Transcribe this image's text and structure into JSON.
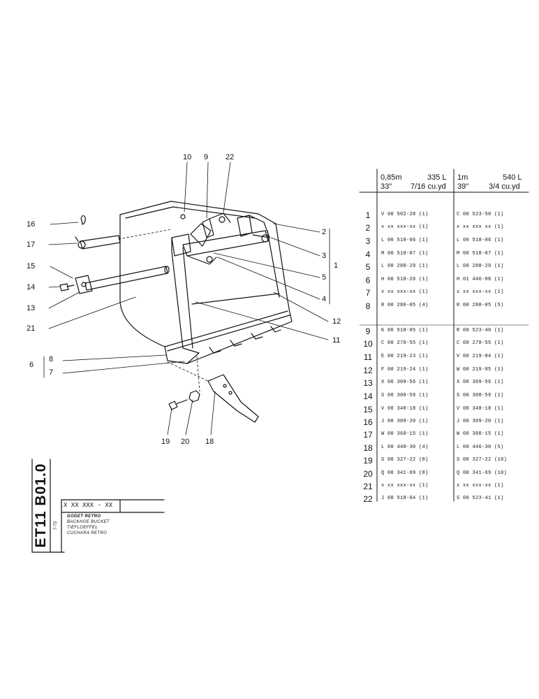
{
  "callouts": {
    "c1": "1",
    "c2": "2",
    "c3": "3",
    "c4": "4",
    "c5": "5",
    "c6": "6",
    "c7": "7",
    "c8": "8",
    "c9": "9",
    "c10": "10",
    "c11": "11",
    "c12": "12",
    "c13": "13",
    "c14": "14",
    "c15": "15",
    "c16": "16",
    "c17": "17",
    "c18": "18",
    "c19": "19",
    "c20": "20",
    "c21": "21",
    "c22": "22"
  },
  "table": {
    "col1_head_capacity": "0,85m",
    "col1_head_litres": "335 L",
    "col1_head_width": "33\"",
    "col1_head_cuyd": "7/16 cu.yd",
    "col2_head_capacity": "1m",
    "col2_head_litres": "540 L",
    "col2_head_width": "39\"",
    "col2_head_cuyd": "3/4 cu.yd",
    "rows": [
      {
        "num": "1",
        "a": "V 00 502-28  (1)",
        "b": "C 00 523-50  (1)"
      },
      {
        "num": "2",
        "a": "x xx xxx-xx  (1)",
        "b": "x xx xxx xx  (1)"
      },
      {
        "num": "3",
        "a": "L 00 518-06  (1)",
        "b": "L 00 518-06  (1)"
      },
      {
        "num": "4",
        "a": "M 00 518-07  (1)",
        "b": "M 00 518-07  (1)"
      },
      {
        "num": "5",
        "a": "L 00 288-29  (1)",
        "b": "L 00 288-29  (1)"
      },
      {
        "num": "6",
        "a": "H 00 518-26  (1)",
        "b": "H 01 446-08  (1)"
      },
      {
        "num": "7",
        "a": "x xx xxx-xx  (1)",
        "b": "x xx xxx-xx  (1)"
      },
      {
        "num": "8",
        "a": "R 00 280-05  (4)",
        "b": "R 00 280-05  (5)"
      },
      {
        "num": "9",
        "a": "K 00 518-05  (1)",
        "b": "R 00 523-40  (1)"
      },
      {
        "num": "10",
        "a": "C 00 278-55  (1)",
        "b": "C 00 278-55  (1)"
      },
      {
        "num": "11",
        "a": "E 00 219-23  (1)",
        "b": "V 00 219-84  (1)"
      },
      {
        "num": "12",
        "a": "F 00 219-24  (1)",
        "b": "W 00 219-85  (1)"
      },
      {
        "num": "13",
        "a": "X 00 309-56  (1)",
        "b": "X 00 309-56  (1)"
      },
      {
        "num": "14",
        "a": "S 00 308-59  (1)",
        "b": "S 00 308-59  (1)"
      },
      {
        "num": "15",
        "a": "V 00 348-18  (1)",
        "b": "V 00 348-18  (1)"
      },
      {
        "num": "16",
        "a": "J 00 309-20  (1)",
        "b": "J 00 309-20  (1)"
      },
      {
        "num": "17",
        "a": "W 00 360-15  (1)",
        "b": "W 00 360-15  (1)"
      },
      {
        "num": "18",
        "a": "L 00 448-30  (4)",
        "b": "L 00 446-30  (5)"
      },
      {
        "num": "19",
        "a": "S 00 327-22  (8)",
        "b": "S 00 327-22  (10)"
      },
      {
        "num": "20",
        "a": "Q 00 341-69  (8)",
        "b": "Q 00 341-69  (10)"
      },
      {
        "num": "21",
        "a": "x xx xxx-xx  (1)",
        "b": "x xx xxx-xx  (1)"
      },
      {
        "num": "22",
        "a": "J 00 518-04  (1)",
        "b": "S 00 523-41  (1)"
      }
    ]
  },
  "title_block": {
    "code": "ET11 B01.0",
    "part_code": "X XX XXX - XX",
    "date": "7-73",
    "title_fr": "GODET RETRO",
    "title_en": "BACKHOE BUCKET",
    "title_de": "TIEFLOEFFEL",
    "title_es": "CUCHARA RETRO"
  }
}
